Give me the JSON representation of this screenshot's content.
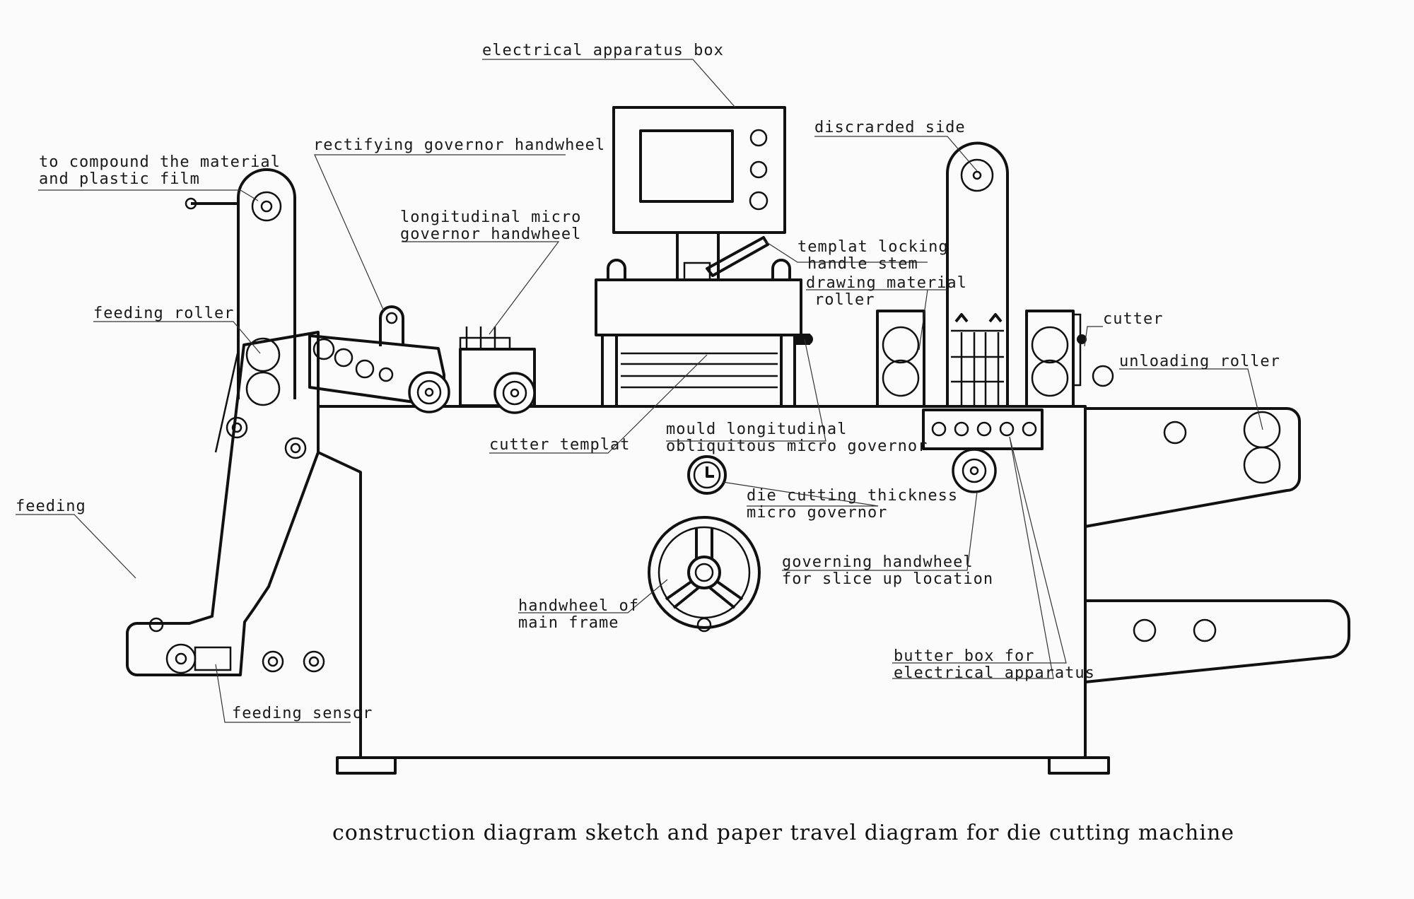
{
  "caption": "construction diagram sketch and paper travel diagram for die cutting machine",
  "labels": {
    "electrical_apparatus_box": "electrical apparatus box",
    "discarded_side": "discrarded side",
    "rectifying_governor": "rectifying governor handwheel",
    "compound_line1": "to compound the material",
    "compound_line2": "and plastic film",
    "longitudinal_line1": "longitudinal micro",
    "longitudinal_line2": "governor handwheel",
    "templat_line1": "templat locking",
    "templat_line2": "handle stem",
    "drawing_line1": "drawing material",
    "drawing_line2": "roller",
    "cutter": "cutter",
    "feeding_roller": "feeding roller",
    "unloading_roller": "unloading roller",
    "cutter_templat": "cutter templat",
    "mould_line1": "mould longitudinal",
    "mould_line2": "obliquitous micro governor",
    "feeding": "feeding",
    "die_line1": "die cutting thickness",
    "die_line2": "micro governor",
    "governing_line1": "governing handwheel",
    "governing_line2": "for slice up location",
    "handwheel_line1": "handwheel of",
    "handwheel_line2": "main frame",
    "butter_line1": "butter box for",
    "butter_line2": "electrical apparatus",
    "feeding_sensor": "feeding sensor"
  }
}
